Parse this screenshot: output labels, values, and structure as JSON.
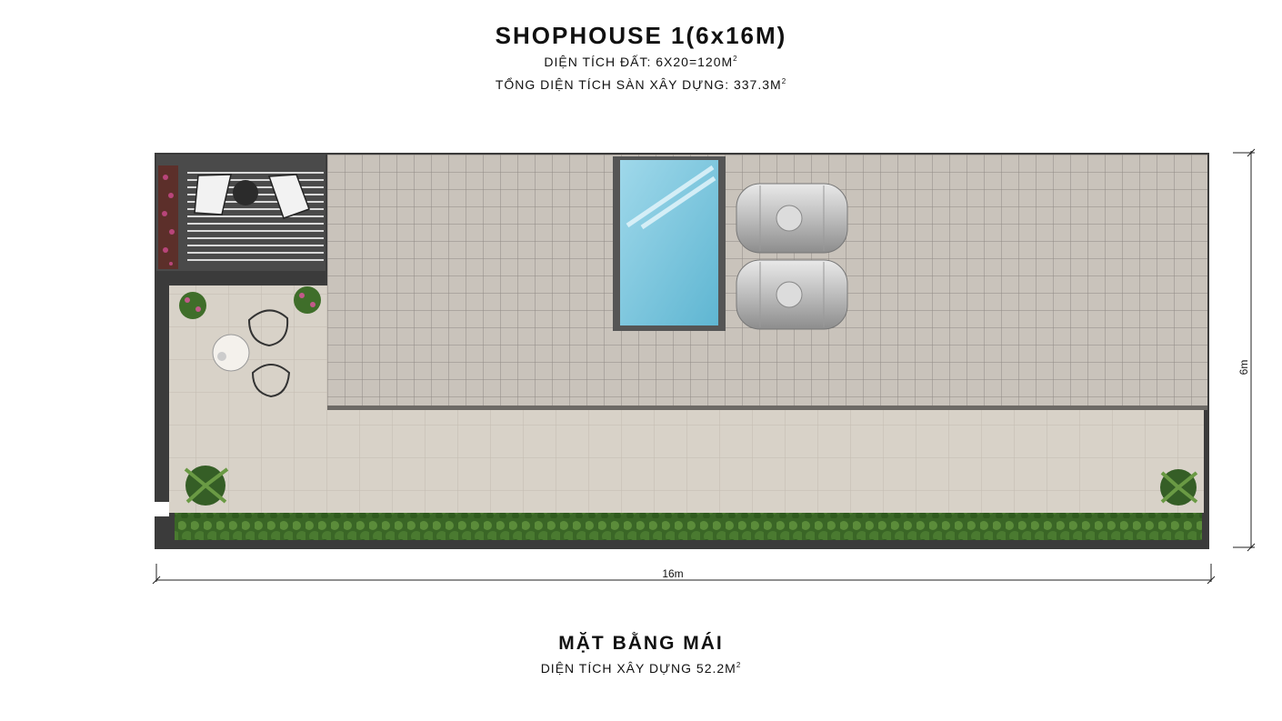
{
  "header": {
    "title": "SHOPHOUSE 1(6x16M)",
    "land_area_label": "DIỆN TÍCH ĐẤT: 6X20=120M",
    "land_area_unit_sup": "2",
    "floor_area_label": "TỔNG DIỆN TÍCH SÀN XÂY DỰNG: 337.3M",
    "floor_area_unit_sup": "2"
  },
  "plan": {
    "width_dimension": "16m",
    "depth_dimension": "6m"
  },
  "footer": {
    "title": "MẶT BẰNG MÁI",
    "area_label": "DIỆN TÍCH XÂY DỰNG 52.2M",
    "area_unit_sup": "2"
  },
  "colors": {
    "roof_tile": "#c9c3bb",
    "tile_grout": "#8f8a84",
    "terrace_tile": "#d8d2c8",
    "wall": "#3b3b3b",
    "water": "#7cc6dc",
    "hedge": "#3f6e2a",
    "tank": "#c8c8c8"
  }
}
